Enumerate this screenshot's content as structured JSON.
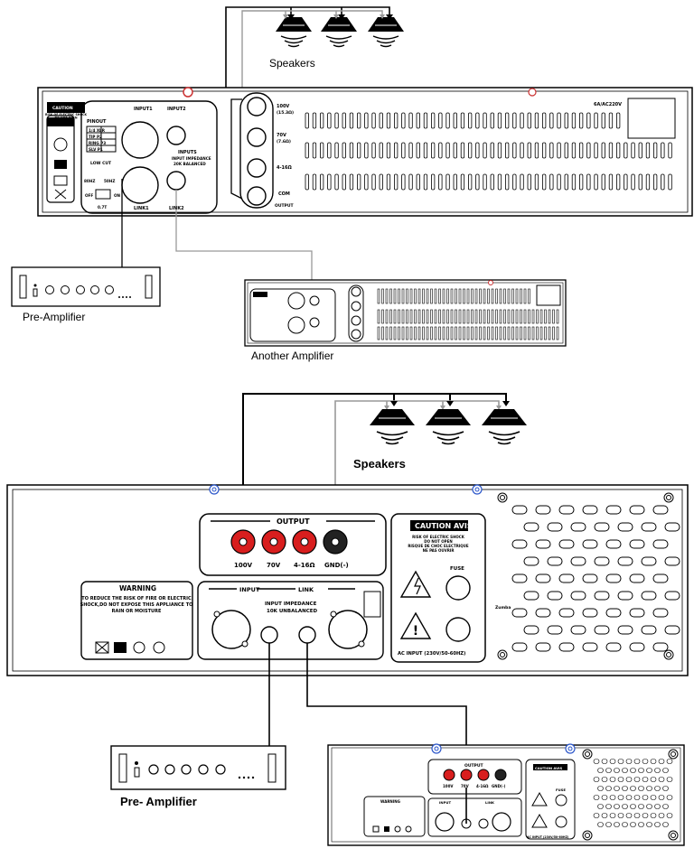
{
  "labels": {
    "speakers_top": "Speakers",
    "preamp_top": "Pre-Amplifier",
    "another_amp": "Another Amplifier",
    "speakers_bottom": "Speakers",
    "preamp_bottom": "Pre- Amplifier"
  },
  "amp1": {
    "caution": "CAUTION",
    "caution_sub": "RISK OF ELECTRIC SHOCK\nDO NOT OPEN",
    "input1": "INPUT1",
    "input2": "INPUT2",
    "link1": "LINK1",
    "link2": "LINK2",
    "pinout": "PINOUT",
    "pinout_rows": [
      "1/4  XLR",
      "TIP  P2",
      "RING P3",
      "SLV  P1"
    ],
    "inputs": "INPUTS",
    "input_impedance": "INPUT IMPEDANCE",
    "impedance_value": "20K BALANCED",
    "low_cut": "LOW CUT",
    "low_cut_left": "80HZ",
    "low_cut_right": "50HZ",
    "switch_off": "OFF",
    "switch_on": "ON",
    "fuse_value": "0.7T",
    "tap_100v": "100V",
    "tap_100v_ohm": "(15.3Ω)",
    "tap_70v": "70V",
    "tap_70v_ohm": "(7.6Ω)",
    "tap_4_16": "4-16Ω",
    "tap_com": "COM",
    "output": "OUTPUT",
    "power_rating": "6A/AC220V"
  },
  "amp2": {
    "output": "OUTPUT",
    "taps": [
      "100V",
      "70V",
      "4-16Ω",
      "GND(-)"
    ],
    "caution_avis": "CAUTION AVIS",
    "caution_text": "RISK OF ELECTRIC SHOCK\nDO NOT OPEN\nRISQUE DE CHOC ELECTRIQUE\nNE PAS OUVRIR",
    "fuse": "FUSE",
    "ac_input": "AC INPUT (230V/50-60HZ)",
    "warning": "WARNING",
    "warning_text": "TO REDUCE THE RISK OF FIRE OR ELECTRIC\nSHOCK,DO NOT EXPOSE THIS APPLIANCE TO\nRAIN OR MOISTURE",
    "input": "INPUT",
    "link": "LINK",
    "input_impedance": "INPUT IMPEDANCE",
    "impedance_value": "10K UNBALANCED",
    "model_mark": "Zumba"
  },
  "amp_small_bottom": {
    "output": "OUTPUT",
    "taps": [
      "100V",
      "70V",
      "4-16Ω",
      "GND(-)"
    ],
    "caution_avis": "CAUTION AVIS",
    "fuse": "FUSE",
    "warning": "WARNING",
    "input": "INPUT",
    "link": "LINK",
    "ac_input": "AC INPUT (230V/50-60HZ)"
  }
}
